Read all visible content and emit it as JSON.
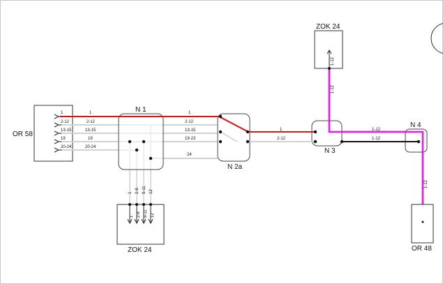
{
  "colors": {
    "red_line": "#d41818",
    "magenta_line": "#e020e0",
    "gray_line": "#d2d2d2",
    "black_line": "#111111"
  },
  "components": {
    "or58": "OR 58",
    "n1": "N 1",
    "n2a": "N 2a",
    "n3": "N 3",
    "n4": "N 4",
    "zok_top": "ZOK 24",
    "zok_bottom": "ZOK 24",
    "or48": "OR 48"
  },
  "or58_ports": [
    "1",
    "2-12",
    "13-15",
    "19",
    "20-24"
  ],
  "left_cable_labels": [
    "1",
    "2-12",
    "13-15",
    "19",
    "20-24"
  ],
  "mid_cable_labels": [
    "1",
    "2-12",
    "13-15",
    "19-23",
    "24"
  ],
  "n2a_out_labels": [
    "1",
    "2-12"
  ],
  "n3_n4_labels": [
    "1-12",
    "1-12"
  ],
  "zok_bottom_cable_labels": [
    "1",
    "2-8",
    "9-11",
    "12"
  ],
  "zok_bottom_port_labels": [
    "1",
    "2-8",
    "9-11",
    "12"
  ],
  "zok_top_port_label": "1-12",
  "zok_top_cable_label": "1-12",
  "or48_cable_label": "1-12"
}
